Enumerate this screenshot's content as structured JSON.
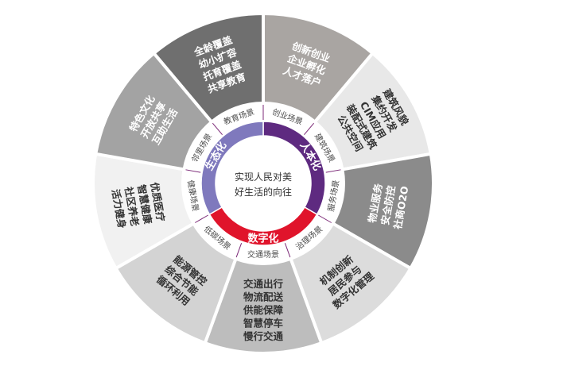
{
  "colors": {
    "eco": "#7f79bd",
    "people": "#5e2a80",
    "digital": "#e0142b",
    "ring": "#ffffff",
    "divider": "#7c2a78"
  },
  "center": {
    "lines": [
      "实现人民对美",
      "好生活的向往"
    ]
  },
  "core": [
    {
      "id": "people",
      "label": "人本化"
    },
    {
      "id": "digital",
      "label": "数字化"
    },
    {
      "id": "eco",
      "label": "生态化"
    }
  ],
  "scenes": [
    {
      "id": "education",
      "label": "教育场景",
      "color": "#6f6f6f",
      "text_color": "#ffffff",
      "lines": [
        "全龄覆盖",
        "幼小扩容",
        "托育覆盖",
        "共享教育"
      ]
    },
    {
      "id": "venture",
      "label": "创业场景",
      "color": "#a9a5a2",
      "text_color": "#ffffff",
      "lines": [
        "创新创业",
        "企业孵化",
        "人才落户"
      ]
    },
    {
      "id": "building",
      "label": "建筑场景",
      "color": "#e8e8e8",
      "text_color": "#333333",
      "lines": [
        "建筑风貌",
        "集约开发",
        "CIM应用",
        "装配式建筑",
        "公共空间"
      ]
    },
    {
      "id": "service",
      "label": "服务场景",
      "color": "#8b8b8b",
      "text_color": "#ffffff",
      "lines": [
        "物业服务",
        "安全防控",
        "社商O2O"
      ]
    },
    {
      "id": "governance",
      "label": "治理场景",
      "color": "#dcdcdc",
      "text_color": "#333333",
      "lines": [
        "机制创新",
        "居民参与",
        "数字化管理"
      ]
    },
    {
      "id": "traffic",
      "label": "交通场景",
      "color": "#bdbdbd",
      "text_color": "#333333",
      "lines": [
        "交通出行",
        "物流配送",
        "供能保障",
        "智慧停车",
        "慢行交通"
      ]
    },
    {
      "id": "low-carbon",
      "label": "低碳场景",
      "color": "#d3d3d3",
      "text_color": "#333333",
      "lines": [
        "能源管控",
        "综合节能",
        "循环利用"
      ]
    },
    {
      "id": "health",
      "label": "健康场景",
      "color": "#f1f1f1",
      "text_color": "#333333",
      "lines": [
        "优质医疗",
        "智慧健康",
        "社区养老",
        "活力健身"
      ]
    },
    {
      "id": "neighborhood",
      "label": "邻里场景",
      "color": "#a3a3a3",
      "text_color": "#ffffff",
      "lines": [
        "特色文化",
        "开放共享",
        "互助生活"
      ]
    }
  ]
}
